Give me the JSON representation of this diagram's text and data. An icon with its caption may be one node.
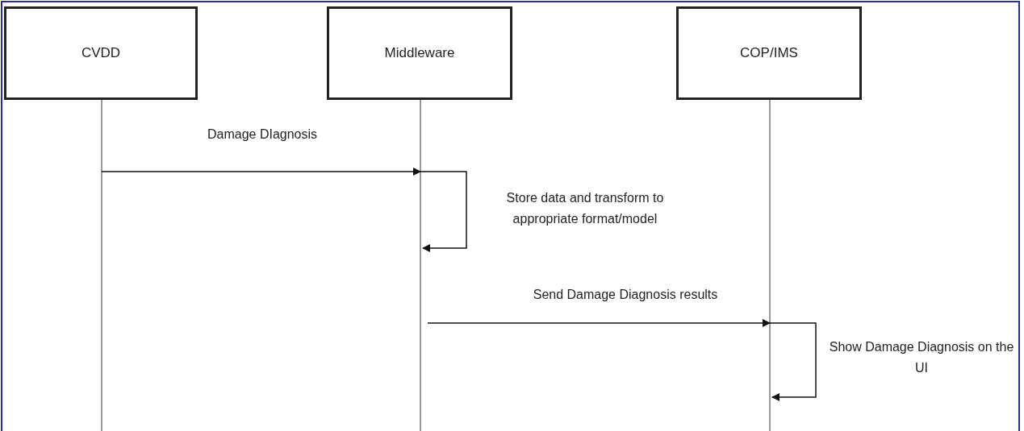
{
  "diagram": {
    "nodes": [
      {
        "text": [
          "CVDD"
        ]
      },
      {
        "text": [
          "Middleware"
        ]
      },
      {
        "text": [
          "COP/IMS"
        ]
      }
    ],
    "edges": [
      {
        "from": 0,
        "to": 1,
        "arrow": "to",
        "label": "Damage DIagnosis"
      },
      {
        "from": 1,
        "to": 1,
        "arrow": "to",
        "label": "Store data and transform to appropriate format/model"
      },
      {
        "from": 1,
        "to": 2,
        "arrow": "to",
        "label": "Send Damage Diagnosis results"
      },
      {
        "from": 2,
        "to": 2,
        "arrow": "to",
        "label": "Show Damage Diagnosis on the UI"
      }
    ]
  }
}
